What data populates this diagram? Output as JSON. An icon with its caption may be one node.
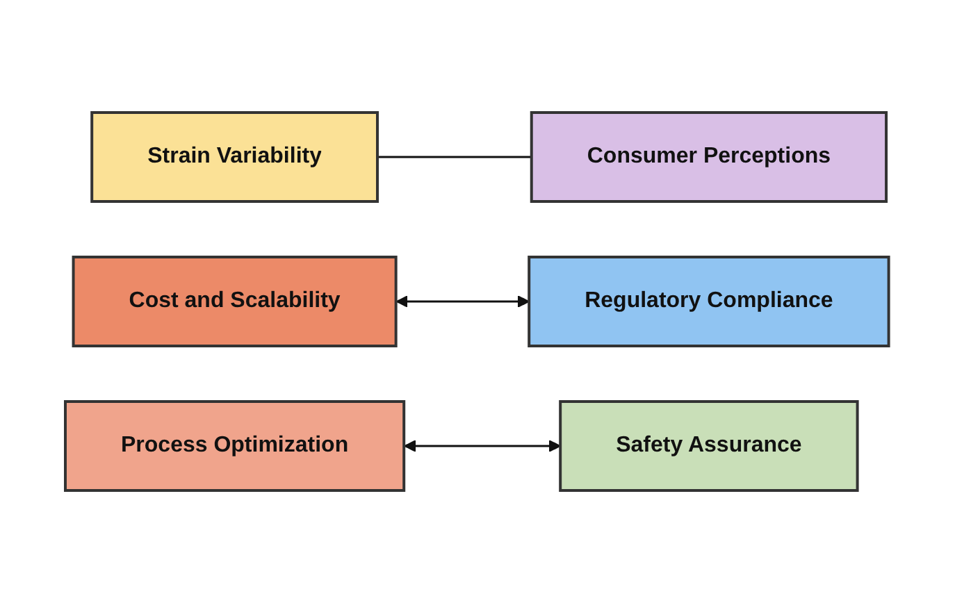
{
  "diagram": {
    "nodes": [
      {
        "text": [
          "Strain Variability"
        ]
      },
      {
        "text": [
          "Cost and Scalability"
        ]
      },
      {
        "text": [
          "Regulatory Compliance"
        ]
      },
      {
        "text": [
          "Process Optimization"
        ]
      },
      {
        "text": [
          "Safety Assurance"
        ]
      },
      {
        "text": [
          "Consumer Perceptions"
        ]
      }
    ],
    "edges": [
      {
        "from": 0,
        "to": 5,
        "arrow": "none"
      },
      {
        "from": 1,
        "to": 2,
        "arrow": "both"
      },
      {
        "from": 3,
        "to": 4,
        "arrow": "both"
      }
    ]
  }
}
